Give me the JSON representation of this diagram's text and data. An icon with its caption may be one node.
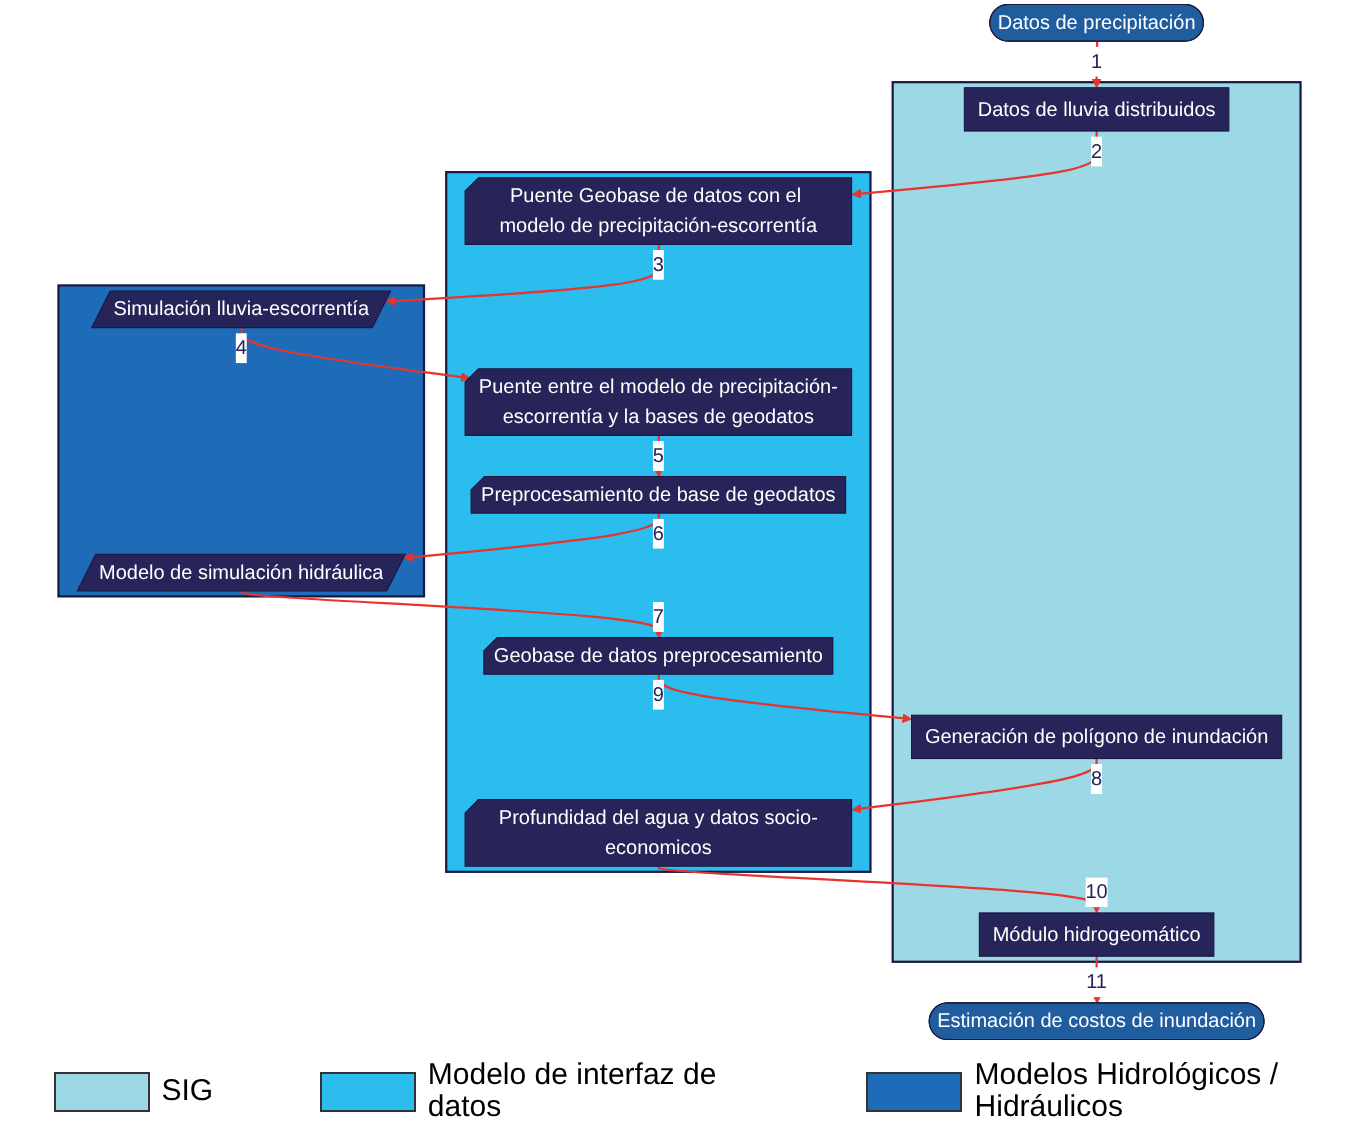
{
  "diagram": {
    "nodes": [
      {
        "text": [
          "Datos de precipitación"
        ]
      },
      {
        "text": [
          "Estimación de costos de inundación"
        ]
      },
      {
        "text": [],
        "shape": "band"
      },
      {
        "text": [
          "Datos de lluvia distribuidos"
        ],
        "in": 2
      },
      {
        "text": [
          "Generación de polígono de inundación"
        ],
        "in": 2
      },
      {
        "text": [
          "Módulo hidrogeomático"
        ],
        "in": 2
      },
      {
        "text": [],
        "shape": "band"
      },
      {
        "text": [
          "Puente Geobase de datos con el modelo de precipitación-escorrentía"
        ],
        "in": 6
      },
      {
        "text": [
          "Puente entre el modelo de precipitación-escorrentía y la bases de geodatos"
        ],
        "in": 6
      },
      {
        "text": [
          "Profundidad del agua y datos socio-economicos"
        ],
        "in": 6
      },
      {
        "text": [
          "Preprocesamiento de base de geodatos"
        ],
        "in": 6
      },
      {
        "text": [
          "Geobase de datos preprocesamiento"
        ],
        "in": 6
      },
      {
        "text": [],
        "shape": "band"
      },
      {
        "text": [
          "Simulación lluvia-escorrentía"
        ],
        "in": 12
      },
      {
        "text": [
          "Modelo de simulación hidráulica"
        ],
        "in": 12
      }
    ],
    "edges": [
      {
        "from": 0,
        "to": 3,
        "arrow": "to",
        "label": "1"
      },
      {
        "from": 3,
        "to": 7,
        "arrow": "to",
        "label": "2"
      },
      {
        "from": 7,
        "to": 13,
        "arrow": "to",
        "label": "3"
      },
      {
        "from": 13,
        "to": 8,
        "arrow": "to",
        "label": "4"
      },
      {
        "from": 8,
        "to": 10,
        "arrow": "to",
        "label": "5"
      },
      {
        "from": 10,
        "to": 14,
        "arrow": "to",
        "label": "6"
      },
      {
        "from": 14,
        "to": 11,
        "arrow": "to",
        "label": "7"
      },
      {
        "from": 4,
        "to": 9,
        "arrow": "to",
        "label": "8"
      },
      {
        "from": 11,
        "to": 4,
        "arrow": "to",
        "label": "9"
      },
      {
        "from": 9,
        "to": 5,
        "arrow": "to",
        "label": "10"
      },
      {
        "from": 5,
        "to": 1,
        "arrow": "to",
        "label": "11"
      }
    ],
    "legend": [
      {
        "text": "SIG",
        "color": "#9dd8e6"
      },
      {
        "text": "Modelo de interfaz de datos",
        "color": "#2bbdee"
      },
      {
        "text": "Modelos Hidrológicos / Hidráulicos",
        "color": "#1e6cb8"
      }
    ]
  }
}
